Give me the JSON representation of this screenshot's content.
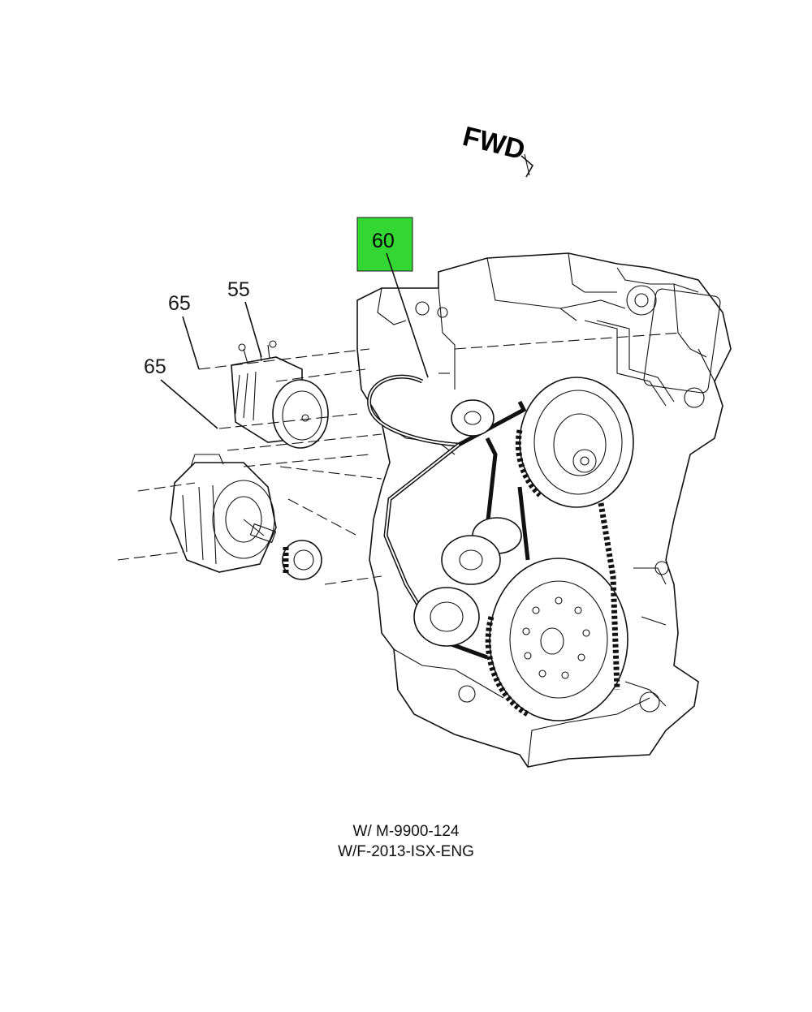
{
  "diagram": {
    "orientation_label": "FWD",
    "highlight_color": "#33d633",
    "callouts": [
      {
        "id": "60",
        "label": "60",
        "highlighted": true
      },
      {
        "id": "55",
        "label": "55",
        "highlighted": false
      },
      {
        "id": "65a",
        "label": "65",
        "highlighted": false
      },
      {
        "id": "65b",
        "label": "65",
        "highlighted": false
      }
    ],
    "notes": {
      "line1": "W/ M-9900-124",
      "line2": "W/F-2013-ISX-ENG"
    }
  }
}
